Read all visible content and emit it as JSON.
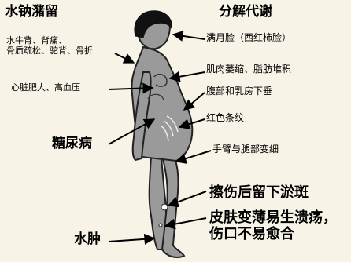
{
  "headings": {
    "left": "水钠潴留",
    "right": "分解代谢"
  },
  "left_labels": {
    "spine_line1": "水牛背、背痛、",
    "spine_line2": "骨质疏松、驼背、骨折",
    "heart": "心脏肥大、高血压",
    "diabetes": "糖尿病",
    "edema": "水肿"
  },
  "right_labels": {
    "moon_face": "满月脸（西红柿脸）",
    "muscle_fat": "肌肉萎缩、脂肪堆积",
    "abdomen_breast": "腹部和乳房下垂",
    "striae": "红色条纹",
    "limbs": "手臂与腿部变细",
    "bruise": "擦伤后留下淤斑",
    "skin_line1": "皮肤变薄易生溃疡，",
    "skin_line2": "伤口不易愈合"
  },
  "colors": {
    "background": "#f7f3e6",
    "body_fill": "#9a9a9a",
    "hair": "#111111",
    "arrow": "#000000"
  }
}
